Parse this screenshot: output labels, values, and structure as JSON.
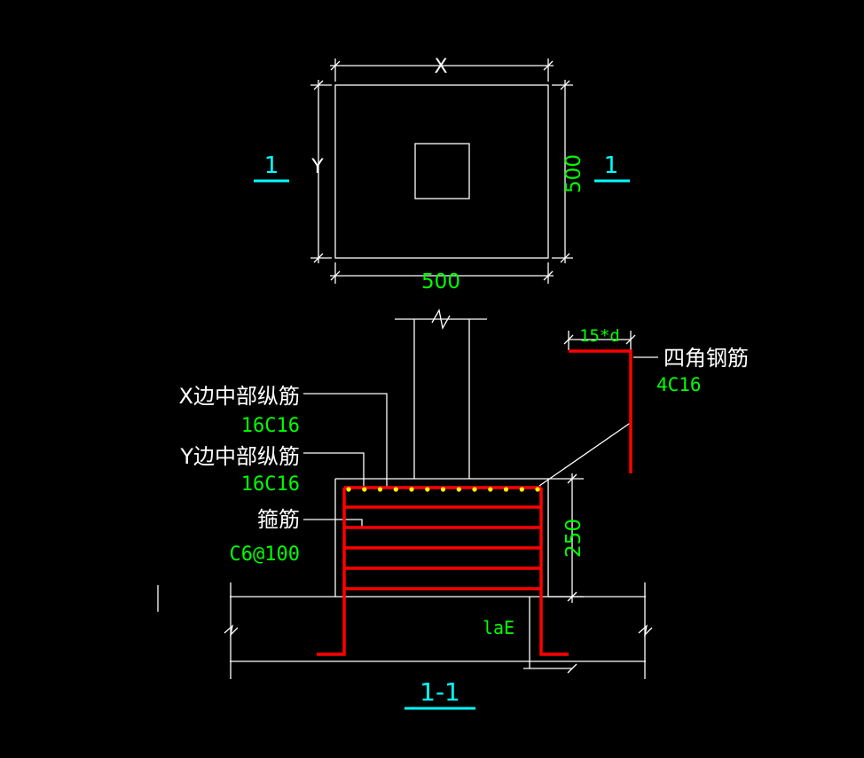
{
  "plan": {
    "dim_x_label": "X",
    "dim_y_label": "Y",
    "dim_bottom": "500",
    "dim_right": "500",
    "section_mark_left": "1",
    "section_mark_right": "1"
  },
  "section": {
    "title": "1-1",
    "dim_hook": "15*d",
    "dim_height": "250",
    "dim_anchor": "laE",
    "callouts": {
      "corner_bars": {
        "label": "四角钢筋",
        "spec": "4C16"
      },
      "x_side_bars": {
        "label": "X边中部纵筋",
        "spec": "16C16"
      },
      "y_side_bars": {
        "label": "Y边中部纵筋",
        "spec": "16C16"
      },
      "stirrups": {
        "label": "箍筋",
        "spec": "C6@100"
      }
    }
  },
  "colors": {
    "background": "#000000",
    "lines": "#ffffff",
    "dimension_text": "#00ff00",
    "section_mark": "#00ffff",
    "rebar": "#ff0000",
    "rebar_dots": "#ffff00"
  }
}
